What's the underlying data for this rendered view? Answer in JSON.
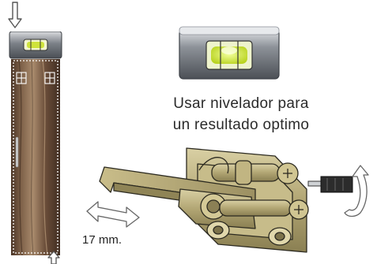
{
  "caption": {
    "line1": "Usar nivelador para",
    "line2": "un resultado optimo"
  },
  "measurement_label": "17 mm.",
  "icons": {
    "top_arrow": "arrow-down-outline-icon",
    "bottom_arrow": "arrow-up-outline-icon",
    "level": "spirit-level-icon",
    "door_panel": "wood-door-panel",
    "hinge": "hinge-hardware",
    "screwdriver": "screwdriver-icon",
    "rotate": "rotate-arrow-icon",
    "adjust": "double-arrow-horizontal-icon"
  },
  "colors": {
    "wood_dark": "#5a4030",
    "wood_light": "#9c7a5e",
    "brass": "#b7ac7a",
    "level_body": "#555a60",
    "bubble": "#c8e23a"
  }
}
